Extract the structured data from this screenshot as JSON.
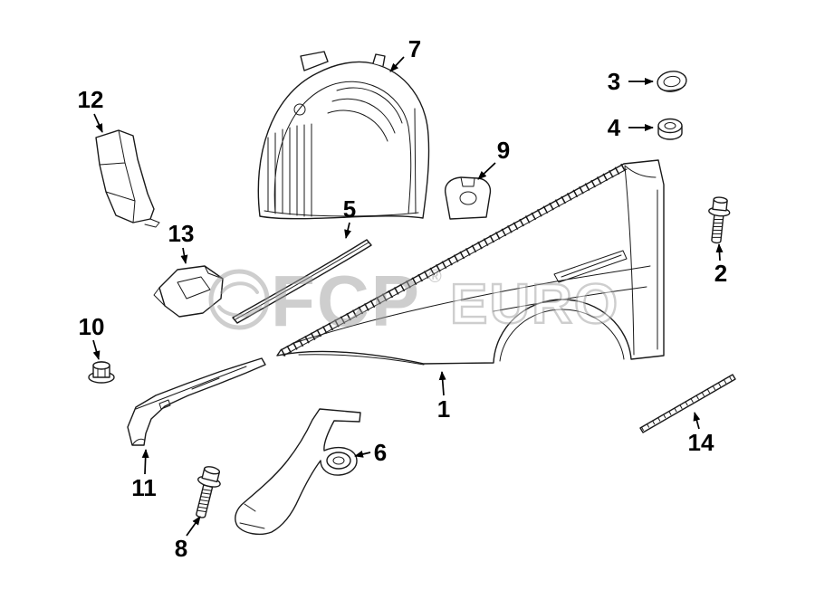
{
  "watermark": {
    "fcp": "FCP",
    "registered": "®",
    "euro": "EURO",
    "color": "#9e9e9e"
  },
  "callouts": [
    {
      "label": "1"
    },
    {
      "label": "2"
    },
    {
      "label": "3"
    },
    {
      "label": "4"
    },
    {
      "label": "5"
    },
    {
      "label": "6"
    },
    {
      "label": "7"
    },
    {
      "label": "8"
    },
    {
      "label": "9"
    },
    {
      "label": "10"
    },
    {
      "label": "11"
    },
    {
      "label": "12"
    },
    {
      "label": "13"
    },
    {
      "label": "14"
    }
  ],
  "colors": {
    "background": "#ffffff",
    "line": "#1a1a1a",
    "callout_text": "#000000"
  }
}
